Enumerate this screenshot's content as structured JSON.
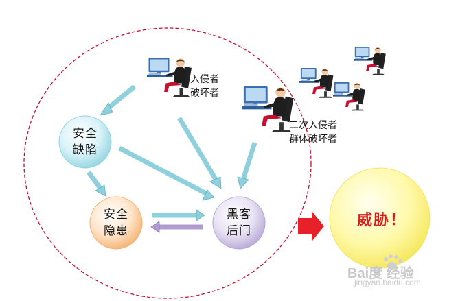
{
  "nodes": {
    "security_defect": [
      "安全",
      "缺陷"
    ],
    "security_hazard": [
      "安全",
      "隐患"
    ],
    "hacker_backdoor": [
      "黑客",
      "后门"
    ],
    "threat": "威胁！"
  },
  "actors": {
    "intruder": [
      "入侵者",
      "破坏者"
    ],
    "secondary_intruder": [
      "二次入侵者",
      "群体破坏者"
    ]
  },
  "watermark": {
    "brand": "Bai度 经验",
    "url": "jingyan.baidu.com"
  },
  "colors": {
    "boundary_dash": "#c8102e",
    "arrow_teal": "#8fd0dd",
    "arrow_purple": "#b29bd0",
    "threat_arrow": "#e8202a",
    "threat_fill": "#fff66a",
    "threat_text": "#d31f1f"
  },
  "icons": [
    "person-at-computer-icon",
    "red-arrow-icon",
    "paw-logo-icon"
  ]
}
